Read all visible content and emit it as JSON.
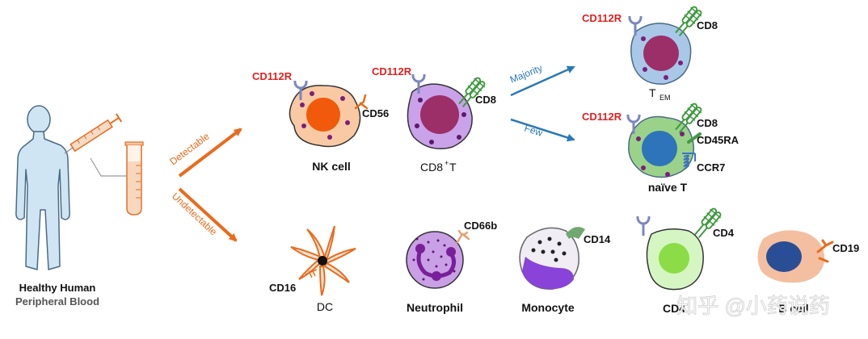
{
  "subject": {
    "line1": "Healthy Human",
    "line2": "Peripheral Blood"
  },
  "arrows": {
    "upper": "Detectable",
    "lower": "Undetectable",
    "majority": "Majority",
    "few": "Few"
  },
  "receptor": "CD112R",
  "markers": {
    "cd56": "CD56",
    "cd8": "CD8",
    "cd45ra": "CD45RA",
    "ccr7": "CCR7",
    "cd16": "CD16",
    "cd66b": "CD66b",
    "cd14": "CD14",
    "cd4": "CD4",
    "cd19": "CD19"
  },
  "cells": {
    "nk": "NK cell",
    "cd8t_main": "CD8",
    "cd8t_sup": "+",
    "cd8t_tail": " T",
    "tem_main": "T",
    "tem_sub": "EM",
    "naive": "naïve T",
    "dc": "DC",
    "neutrophil": "Neutrophil",
    "monocyte": "Monocyte",
    "cd4t_partial": "CD4",
    "bcell_partial": "B cell"
  },
  "watermark": "知乎 @小药说药",
  "colors": {
    "body": "#cfe5f3",
    "body_stroke": "#4a6b85",
    "orange": "#ea6b1c",
    "blue_arrow": "#2a79b8",
    "red_text": "#e02020",
    "nk_cell": "#f9c9a4",
    "nk_nucleus": "#f05a0a",
    "cd8_cell": "#c9a2ea",
    "cd8_nucleus": "#9c2f68",
    "tem_cell": "#a9c8e8",
    "naive_cell": "#9bd28a",
    "naive_nucleus": "#2d74ba",
    "neutrophil": "#c99fe6",
    "neutro_nucleus": "#7a1f9a",
    "cd4_cell": "#d5f6c2",
    "cd4_nucleus": "#8bdc46",
    "bcell": "#f4bfa0",
    "bcell_nucleus": "#2a4e95",
    "receptor_purple": "#7a87c2",
    "tcr_green": "#3f9a3f",
    "ccr7_blue": "#3b73c4"
  }
}
